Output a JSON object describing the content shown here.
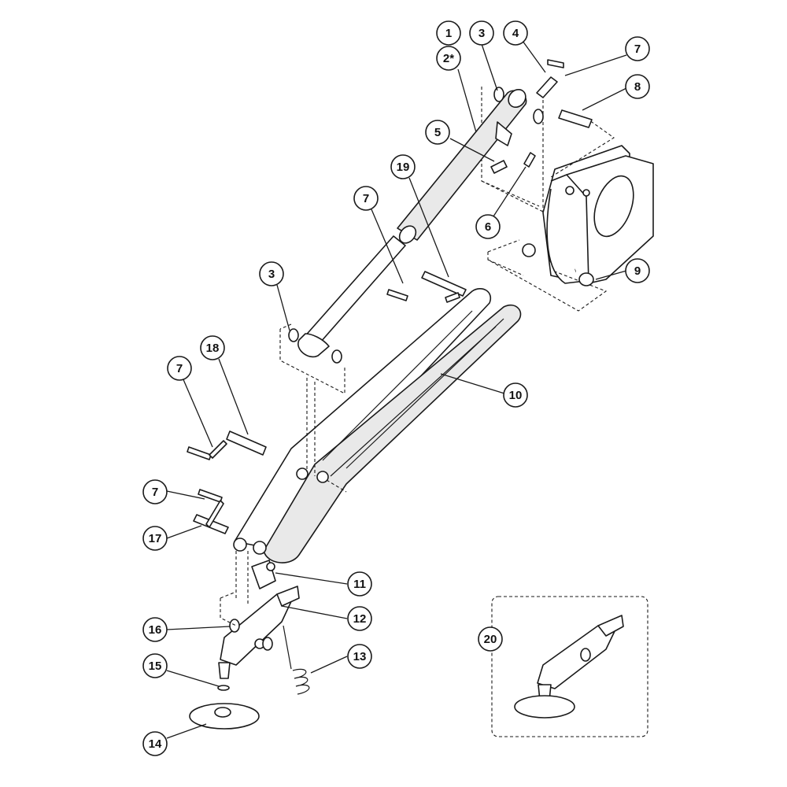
{
  "diagram": {
    "type": "exploded-parts-diagram",
    "colors": {
      "line": "#1a1a1a",
      "background": "#ffffff",
      "shade": "#e9e9e9"
    },
    "callouts": [
      {
        "id": "c1",
        "label": "1"
      },
      {
        "id": "c2",
        "label": "2*"
      },
      {
        "id": "c3a",
        "label": "3"
      },
      {
        "id": "c4",
        "label": "4"
      },
      {
        "id": "c7a",
        "label": "7"
      },
      {
        "id": "c8",
        "label": "8"
      },
      {
        "id": "c5",
        "label": "5"
      },
      {
        "id": "c19",
        "label": "19"
      },
      {
        "id": "c7b",
        "label": "7"
      },
      {
        "id": "c6",
        "label": "6"
      },
      {
        "id": "c9",
        "label": "9"
      },
      {
        "id": "c3b",
        "label": "3"
      },
      {
        "id": "c18",
        "label": "18"
      },
      {
        "id": "c7c",
        "label": "7"
      },
      {
        "id": "c10",
        "label": "10"
      },
      {
        "id": "c7d",
        "label": "7"
      },
      {
        "id": "c17",
        "label": "17"
      },
      {
        "id": "c11",
        "label": "11"
      },
      {
        "id": "c12",
        "label": "12"
      },
      {
        "id": "c16",
        "label": "16"
      },
      {
        "id": "c13",
        "label": "13"
      },
      {
        "id": "c15",
        "label": "15"
      },
      {
        "id": "c14",
        "label": "14"
      },
      {
        "id": "c20",
        "label": "20"
      }
    ]
  }
}
